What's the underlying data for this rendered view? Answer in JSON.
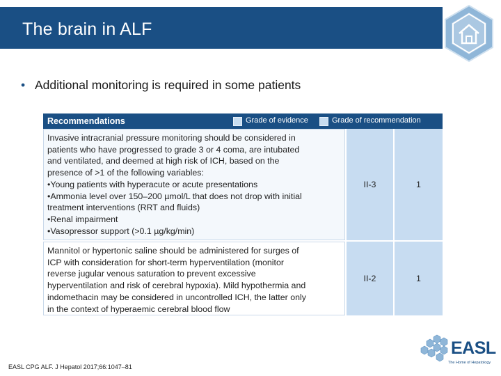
{
  "slide": {
    "title": "The brain in ALF",
    "bullet": "Additional monitoring is required in some patients",
    "home_icon": "home-icon"
  },
  "table": {
    "header": {
      "recommendations": "Recommendations",
      "grade_evidence": "Grade of evidence",
      "grade_recommendation": "Grade of recommendation"
    },
    "rows": [
      {
        "lines": [
          "Invasive intracranial pressure monitoring should be considered in",
          "patients who have progressed to grade 3 or 4 coma, are intubated",
          "and ventilated, and deemed at high risk of ICH, based on the",
          "presence of >1 of the following variables:",
          "•Young patients with hyperacute or acute presentations",
          "•Ammonia level over 150–200 µmol/L that does not drop with initial",
          "treatment interventions (RRT and fluids)",
          "•Renal impairment",
          "•Vasopressor support (>0.1 µg/kg/min)"
        ],
        "grade_evidence": "II-3",
        "grade_recommendation": "1"
      },
      {
        "lines": [
          "Mannitol or hypertonic saline should be administered for surges of",
          "ICP with consideration for short-term hyperventilation (monitor",
          "reverse jugular venous saturation to prevent excessive",
          "hyperventilation and risk of cerebral hypoxia). Mild hypothermia and",
          "indomethacin may be considered in uncontrolled ICH, the latter only",
          "in the context of hyperaemic cerebral blood flow"
        ],
        "grade_evidence": "II-2",
        "grade_recommendation": "1"
      }
    ]
  },
  "footer": {
    "citation": "EASL CPG ALF. J Hepatol 2017;66:1047–81"
  },
  "logo": {
    "word": "EASL",
    "tagline": "The Home of Hepatology"
  },
  "colors": {
    "brand_blue": "#1a4f84",
    "light_blue": "#c7dcf1",
    "icon_blue": "#8fb6d8"
  }
}
